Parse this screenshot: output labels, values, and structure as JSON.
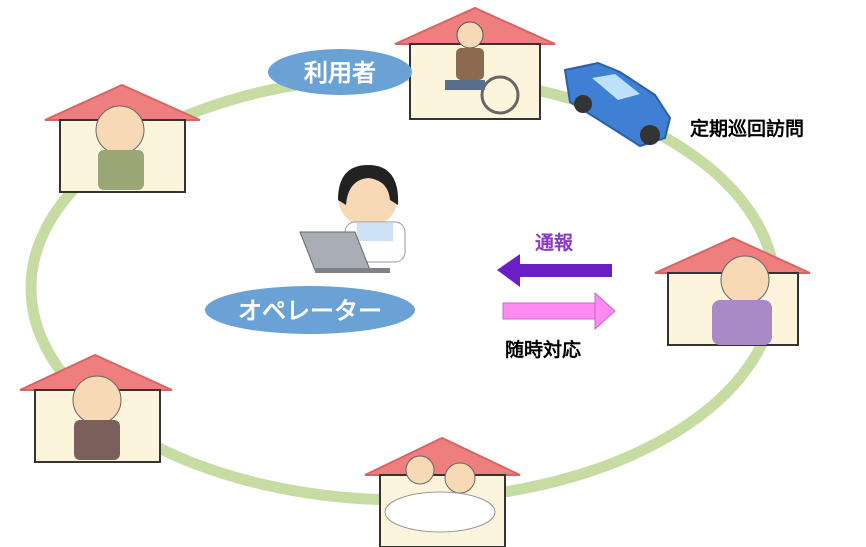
{
  "labels": {
    "user": "利用者",
    "operator": "オペレーター",
    "regular_visit": "定期巡回訪問",
    "report": "通報",
    "on_demand": "随時対応"
  },
  "colors": {
    "ring": "#c6dca2",
    "roof": "#ef7f7f",
    "roof_edge": "#d96464",
    "house_wall": "#fdf4dc",
    "ellipse": "#6aa2d6",
    "car": "#3f7fd4",
    "arrow_report": "#6b1fc7",
    "arrow_respond": "#ff8af0"
  },
  "icons": {
    "car": "car-icon",
    "operator": "headset-operator-icon",
    "laptop": "laptop-icon"
  }
}
